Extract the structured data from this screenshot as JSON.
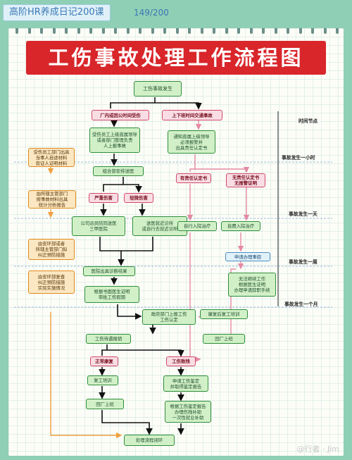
{
  "header": {
    "series": "高阶HR养成日记200课",
    "count": "149/200"
  },
  "title": "工伤事故处理工作流程图",
  "time_nodes": [
    "时间节点",
    "事故发生一小时",
    "事故发生一天",
    "事故发生一周",
    "事故发生一个月"
  ],
  "nodes": {
    "start": "工伤事故发生",
    "branch_a": "厂内或因公时间受伤",
    "branch_b": "上下班时间交通事故",
    "report_a": "受伤员工上级直属领导\n或者部门管理负责\n人上报事故",
    "report_b": "通知直属上级领导\n必须报警并\n出具责任认定书",
    "hr_left1": "受伤员工部门出具\n当事人自述材料\n旁证人证明材料",
    "send_hospital": "组合部安排送医",
    "resp_yes": "有责任认定书",
    "resp_no": "无责任认定书\n无报警证明",
    "hr_left2": "由所辖主管部门\n按事故材料出具\n统计分析报告",
    "severe": "严重伤害",
    "minor": "轻微伤害",
    "hosp_a": "公司派员陪同送医\n三甲医院",
    "hosp_b": "送医就近诊所\n或自行去就近诊所",
    "self_treat1": "自行入院治疗",
    "self_treat2": "自费入院治疗",
    "hr_left3": "由安环部或者\n所辖主管部门拟\n纠正预防措施",
    "apply": "申请办理事假",
    "diag": "医院出具诊断结果",
    "hr_left4": "由安环部复查\n纠正预防措施\n实际实施情况",
    "no_work": "无法继续工作\n根据医生证明\n办理申请辞职手续",
    "cert": "根据书面医生证明\n审批工伤假期",
    "apply_injury": "政府部门上报工伤\n工伤认定",
    "recovery_train": "康复后复工培训",
    "wait_pay": "工伤待遇报销",
    "return_a": "回厂上班",
    "normal": "正常康复",
    "disabled": "工伤致残",
    "rework_train": "复工培训",
    "appraisal": "申请工伤鉴定\n并取得鉴定报告",
    "return_b": "回厂上班",
    "compensate": "根据工伤鉴定报告\n办理伤残补助\n一次性就业补助",
    "end": "处理流程闭环"
  },
  "watermark": "@行者 · Jim",
  "colors": {
    "banner": "#d8262b",
    "green": "#2f8f3a",
    "orange": "#e08a1a",
    "pink": "#d44a6a",
    "blue": "#4a90c4"
  }
}
